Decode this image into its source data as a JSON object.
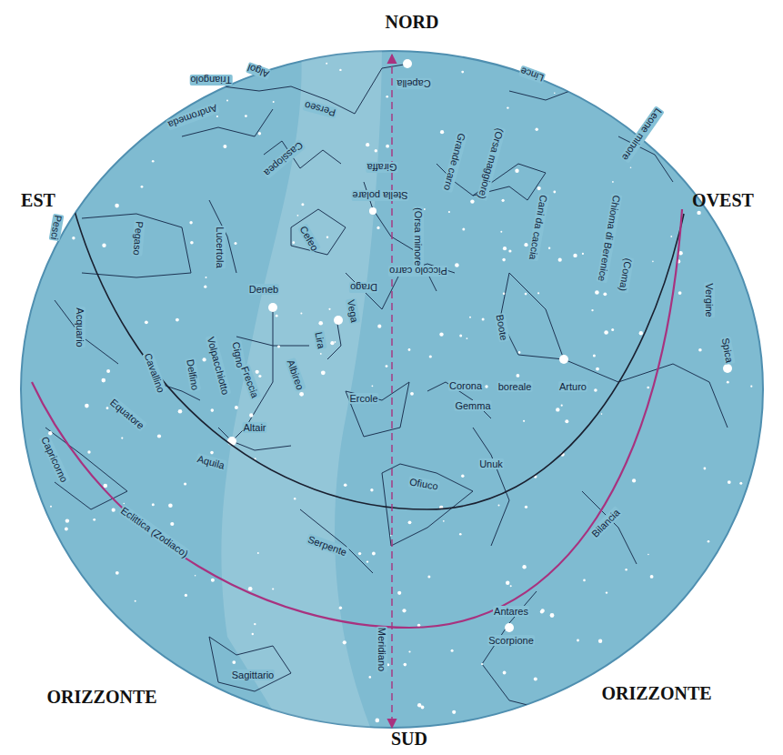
{
  "diagram": {
    "labels": [
      "NORD",
      "SUD",
      "EST",
      "OVEST",
      "ORIZZONTE",
      "ORIZZONTE",
      "Triangolo",
      "Algol",
      "Perseo",
      "Capella",
      "Lince",
      "Andromeda",
      "Cassiopea",
      "Giraffa",
      "Stella polare",
      "(Orsa minore)",
      "Grande carro",
      "(Orsa maggiore)",
      "Leone minore",
      "Pesci",
      "Pegaso",
      "Lucertola",
      "Cefeo",
      "Piccolo carro",
      "Drago",
      "Cani da caccia",
      "Chioma di Berenice",
      "(Coma)",
      "Deneb",
      "Vega",
      "Lira",
      "Cigno",
      "Volpacchiotto",
      "Delfino",
      "Freccia",
      "Albireo",
      "Cavallino",
      "Equatore",
      "Altair",
      "Aquila",
      "Acquario",
      "Capricorno",
      "Ercole",
      "Corona",
      "boreale",
      "Gemma",
      "Boote",
      "Arturo",
      "Vergine",
      "Spica",
      "Unuk",
      "Ofiuco",
      "Serpente",
      "Bilancia",
      "Antares",
      "Scorpione",
      "Sagittario",
      "Meridiano",
      "Eclittica (Zodiaco)"
    ]
  }
}
